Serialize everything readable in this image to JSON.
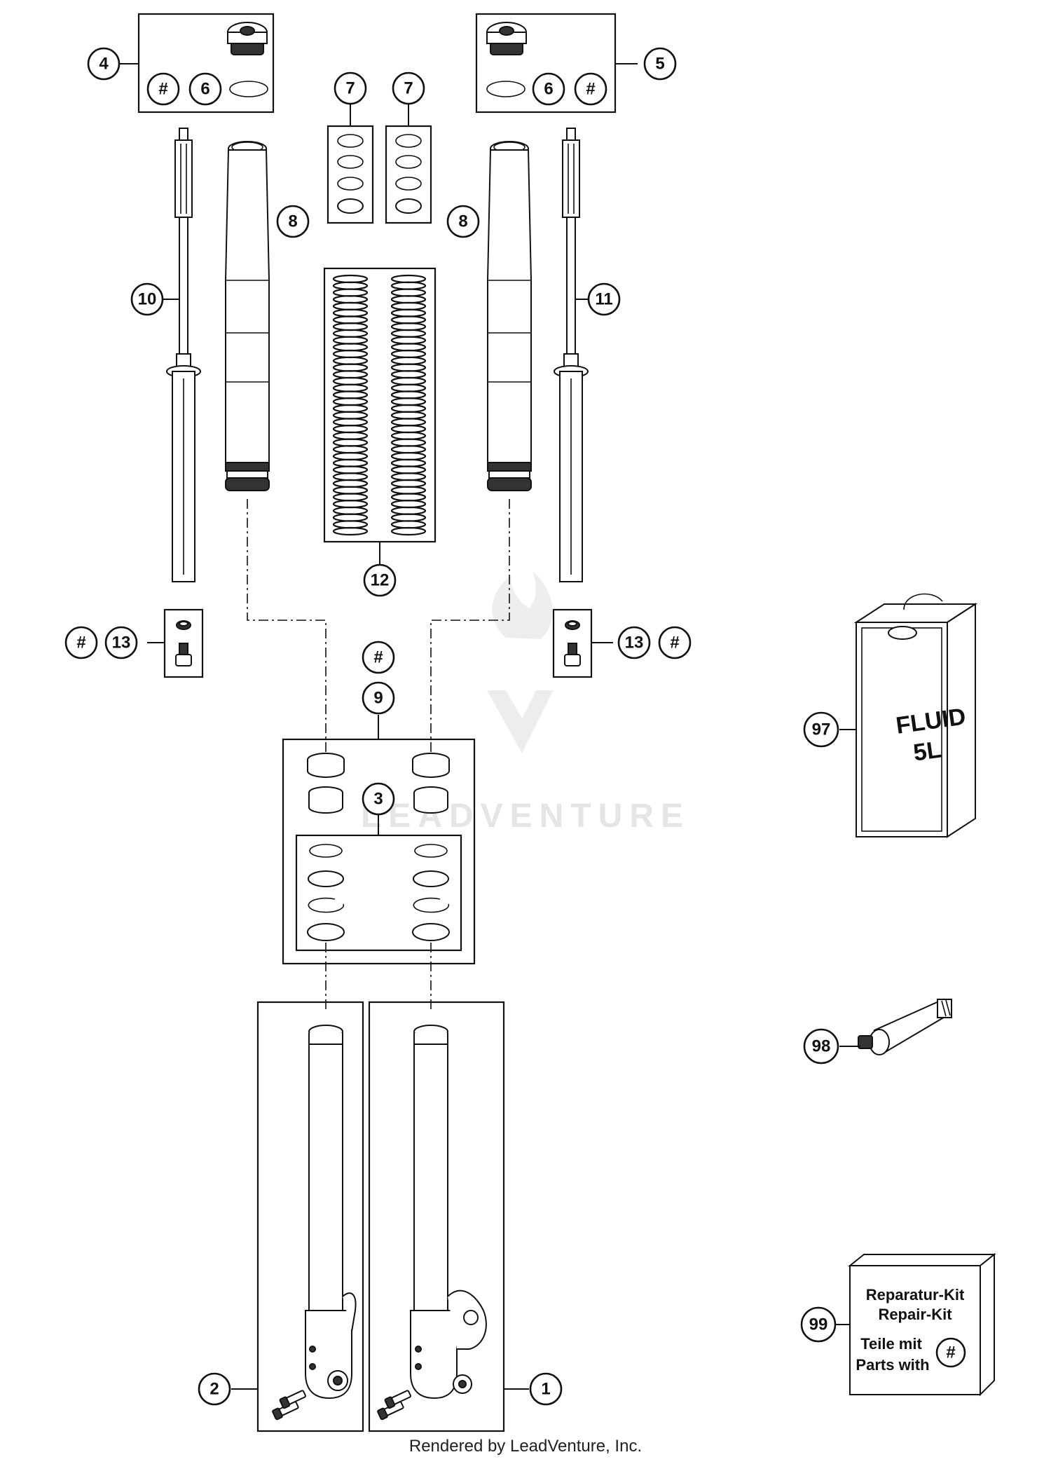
{
  "callouts": {
    "c1": "1",
    "c2": "2",
    "c3": "3",
    "c4": "4",
    "c5": "5",
    "c6a": "6",
    "c6b": "6",
    "c7a": "7",
    "c7b": "7",
    "c8a": "8",
    "c8b": "8",
    "c9": "9",
    "c10": "10",
    "c11": "11",
    "c12": "12",
    "c13a": "13",
    "c13b": "13",
    "c97": "97",
    "c98": "98",
    "c99": "99",
    "h1": "#",
    "h2": "#",
    "h3": "#",
    "h4": "#",
    "h5": "#",
    "h6": "#"
  },
  "fluid_can": {
    "line1": "FLUID",
    "line2": "5L"
  },
  "repair_kit": {
    "line1": "Reparatur-Kit",
    "line2": "Repair-Kit",
    "line3": "Teile mit",
    "line4": "Parts with",
    "symbol": "#"
  },
  "watermark": "LEADVENTURE",
  "footer": "Rendered by LeadVenture, Inc."
}
